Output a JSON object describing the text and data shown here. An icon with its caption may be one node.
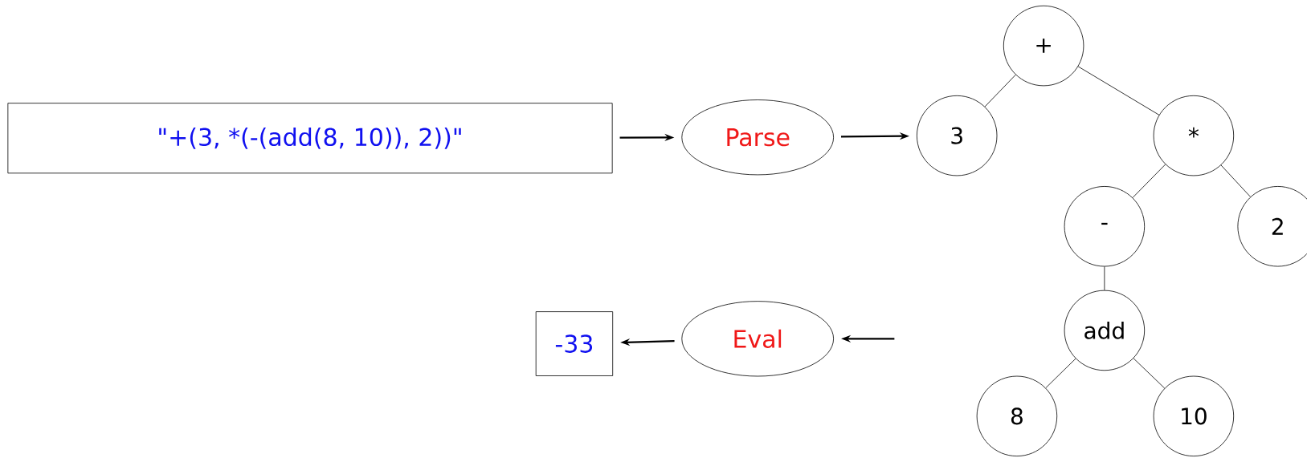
{
  "diagram": {
    "nodes": [
      {
        "text": [
          "\"+(3, *(-(add(8, 10)), 2))\""
        ]
      },
      {
        "text": [
          "Parse"
        ]
      },
      {
        "text": [
          "+"
        ]
      },
      {
        "text": [
          "3"
        ]
      },
      {
        "text": [
          "*"
        ]
      },
      {
        "text": [
          "-"
        ]
      },
      {
        "text": [
          "2"
        ]
      },
      {
        "text": [
          "add"
        ]
      },
      {
        "text": [
          "8"
        ]
      },
      {
        "text": [
          "10"
        ]
      },
      {
        "text": [
          "Eval"
        ]
      },
      {
        "text": [
          "-33"
        ]
      }
    ],
    "edges": [
      {
        "from": 0,
        "to": 1,
        "arrow": "to"
      },
      {
        "from": 1,
        "to": 3,
        "arrow": "to"
      },
      {
        "from": 2,
        "to": 3,
        "arrow": "none"
      },
      {
        "from": 2,
        "to": 4,
        "arrow": "none"
      },
      {
        "from": 4,
        "to": 5,
        "arrow": "none"
      },
      {
        "from": 4,
        "to": 6,
        "arrow": "none"
      },
      {
        "from": 5,
        "to": 7,
        "arrow": "none"
      },
      {
        "from": 7,
        "to": 8,
        "arrow": "none"
      },
      {
        "from": 7,
        "to": 9,
        "arrow": "none"
      },
      {
        "from": null,
        "to": 10,
        "arrow": "to"
      },
      {
        "from": 10,
        "to": 11,
        "arrow": "to"
      }
    ]
  }
}
